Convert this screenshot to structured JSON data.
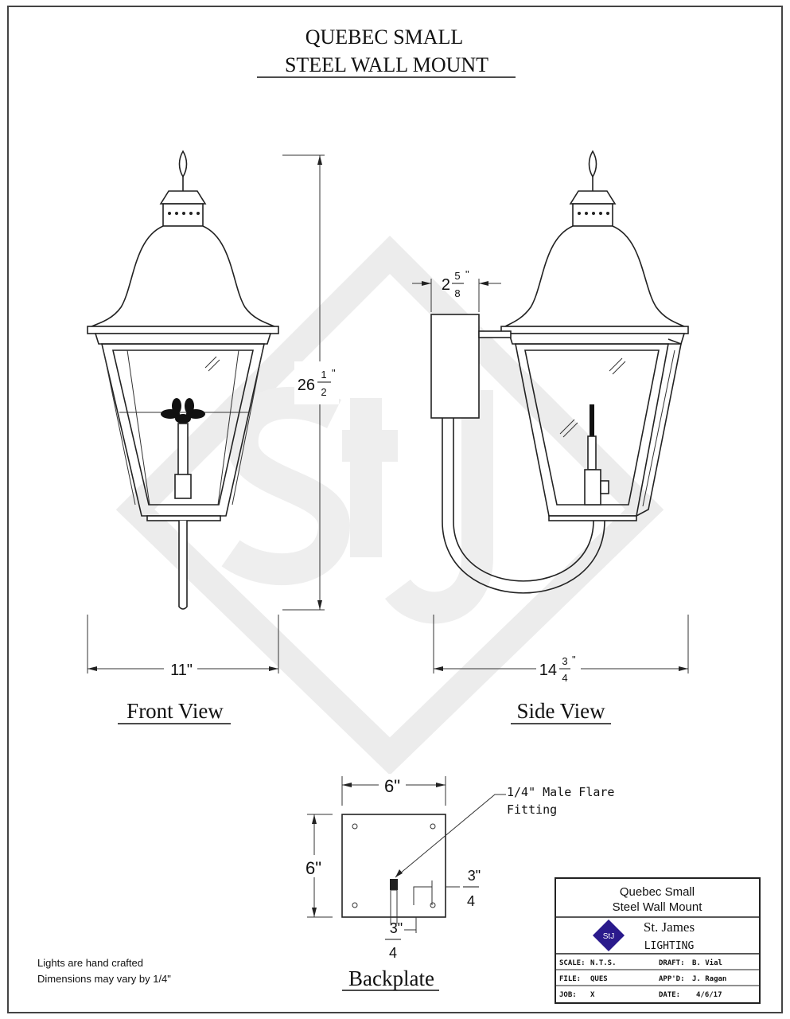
{
  "title": {
    "line1": "QUEBEC SMALL",
    "line2": "STEEL WALL MOUNT"
  },
  "views": {
    "front": {
      "label": "Front View",
      "height_dim": {
        "whole": "26",
        "num": "1",
        "den": "2"
      },
      "width_dim": "11\""
    },
    "side": {
      "label": "Side View",
      "depth_dim": {
        "whole": "14",
        "num": "3",
        "den": "4"
      },
      "backplate_dim": {
        "whole": "2",
        "num": "5",
        "den": "8"
      }
    },
    "backplate": {
      "label": "Backplate",
      "width_dim": "6\"",
      "height_dim": "6\"",
      "offset_right": {
        "num": "3\"",
        "den": "4"
      },
      "offset_bottom": {
        "num": "3\"",
        "den": "4"
      },
      "callout_line1": "1/4\" Male Flare",
      "callout_line2": "Fitting"
    }
  },
  "notes": [
    "Lights are hand crafted",
    "Dimensions may vary by 1/4\""
  ],
  "title_block": {
    "product_line1": "Quebec Small",
    "product_line2": "Steel Wall Mount",
    "company": "St. James",
    "company_sub": "LIGHTING",
    "logo_text": "StJ",
    "logo_color": "#2a1a8c",
    "fields": [
      {
        "label": "SCALE:",
        "value": "N.T.S."
      },
      {
        "label": "DRAFT:",
        "value": "B. Vial"
      },
      {
        "label": "FILE:",
        "value": "QUES"
      },
      {
        "label": "APP'D:",
        "value": "J. Ragan"
      },
      {
        "label": "JOB:",
        "value": "X"
      },
      {
        "label": "DATE:",
        "value": "4/6/17"
      }
    ]
  }
}
